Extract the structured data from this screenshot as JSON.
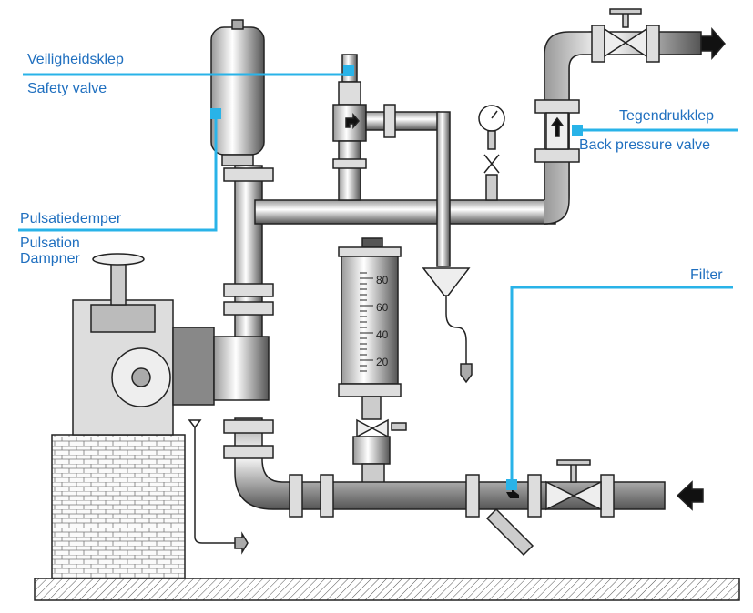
{
  "labels": {
    "safety_nl": "Veiligheidsklep",
    "safety_en": "Safety valve",
    "pulsation_nl": "Pulsatiedemper",
    "pulsation_en_1": "Pulsation",
    "pulsation_en_2": "Dampner",
    "backpressure_nl": "Tegendrukklep",
    "backpressure_en": "Back pressure valve",
    "filter": "Filter"
  },
  "calibration_scale": [
    "80",
    "60",
    "40",
    "20"
  ],
  "colors": {
    "label_text": "#1f6fbf",
    "leader_line": "#29b3e8",
    "pipe": "#e6e6e6",
    "outline": "#222222"
  }
}
